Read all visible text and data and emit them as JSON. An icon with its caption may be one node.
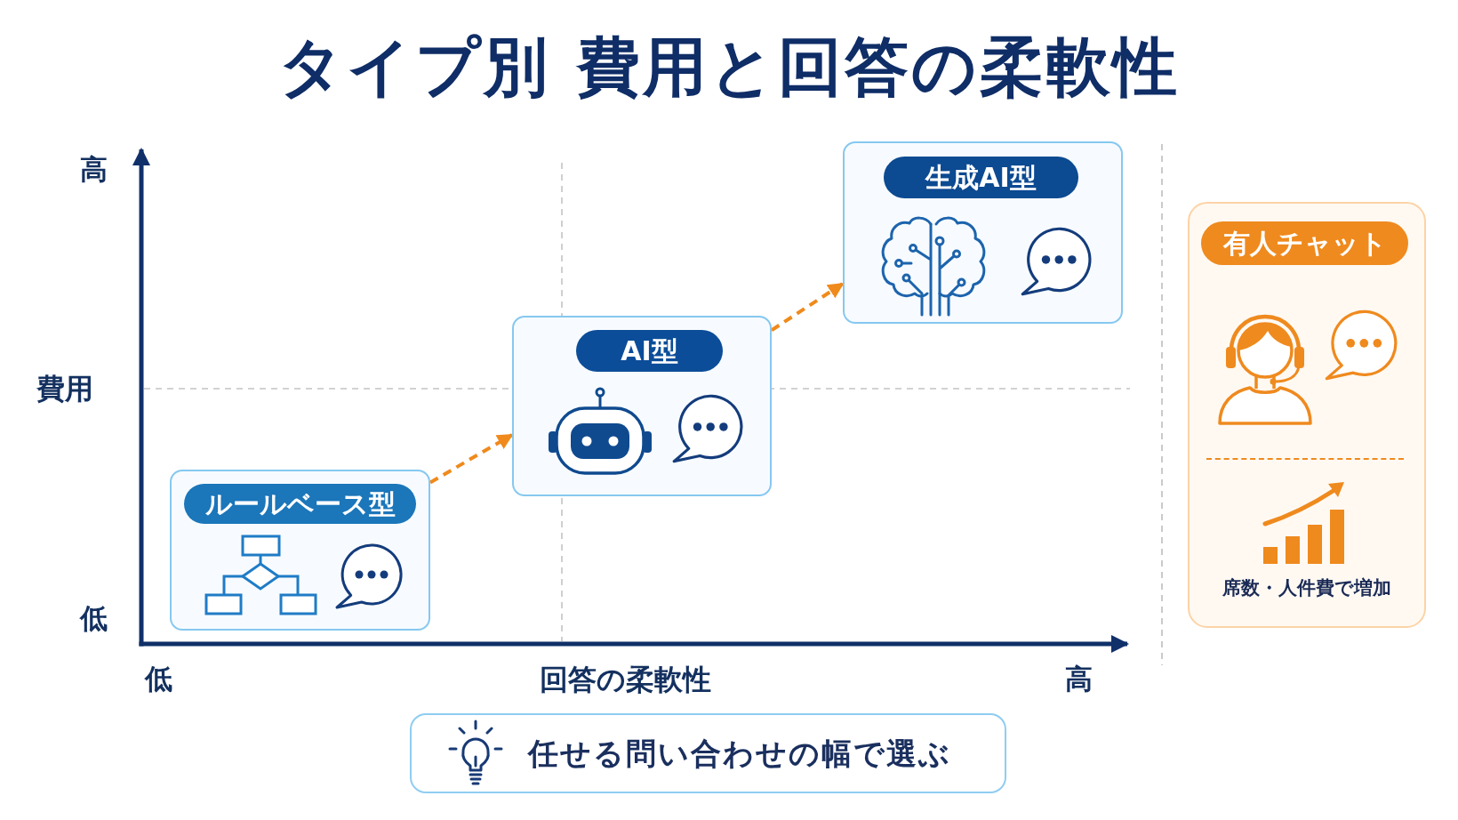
{
  "diagram": {
    "title": "タイプ別 費用と回答の柔軟性",
    "nodes": [
      {
        "text": [
          "ルールベース型"
        ]
      },
      {
        "text": [
          "AI型"
        ]
      },
      {
        "text": [
          "生成AI型"
        ]
      },
      {
        "text": [
          "有人チャット",
          "席数・人件費で増加"
        ]
      },
      {
        "text": [
          "任せる問い合わせの幅で選ぶ"
        ]
      }
    ],
    "edges": [
      {
        "from": 0,
        "to": 1,
        "arrow": "to",
        "style": "dashed",
        "color": "#f08a1c"
      },
      {
        "from": 1,
        "to": 2,
        "arrow": "to",
        "style": "dashed",
        "color": "#f08a1c"
      }
    ],
    "labels": [
      "高",
      "費用",
      "低",
      "低",
      "回答の柔軟性",
      "高"
    ]
  }
}
